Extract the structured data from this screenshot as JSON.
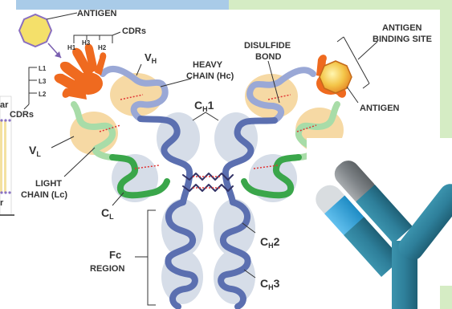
{
  "labels": {
    "antigen_top": "ANTIGEN",
    "cdrs_top": "CDRs",
    "h1": "H1",
    "h2": "H2",
    "h3": "H3",
    "l1": "L1",
    "l2": "L2",
    "l3": "L3",
    "cdrs_left": "CDRs",
    "vh": "V",
    "vh_sub": "H",
    "heavy_chain_1": "HEAVY",
    "heavy_chain_2": "CHAIN (Hc)",
    "disulfide_1": "DISULFIDE",
    "disulfide_2": "BOND",
    "binding_site_1": "ANTIGEN",
    "binding_site_2": "BINDING SITE",
    "antigen_right": "ANTIGEN",
    "ch1": "C",
    "ch1_sub": "H",
    "ch1_num": "1",
    "vl": "V",
    "vl_sub": "L",
    "light_chain_1": "LIGHT",
    "light_chain_2": "CHAIN (Lc)",
    "cl": "C",
    "cl_sub": "L",
    "fc_1": "Fc",
    "fc_2": "REGION",
    "ch2": "C",
    "ch2_sub": "H",
    "ch2_num": "2",
    "ch3": "C",
    "ch3_sub": "H",
    "ch3_num": "3",
    "left_fragment_ar": "ar",
    "left_fragment_r": "r"
  },
  "colors": {
    "heavy_chain": "#5b6fb0",
    "heavy_chain_light": "#9aa8d6",
    "light_chain": "#3aa64a",
    "light_chain_pale": "#a8dca8",
    "vh_domain_bg": "#f6d9a4",
    "ch_domain_bg": "#d6dde8",
    "cdr_orange": "#ef6a1f",
    "antigen_yellow": "#f4e06a",
    "disulfide_red": "#e03434",
    "top_band_blue": "#a9cbe8",
    "top_band_green": "#d5ecc4",
    "ab_icon_teal": "#2e7f9a",
    "ab_icon_blue": "#3aa4d8",
    "ab_icon_gray": "#8a8f94"
  }
}
